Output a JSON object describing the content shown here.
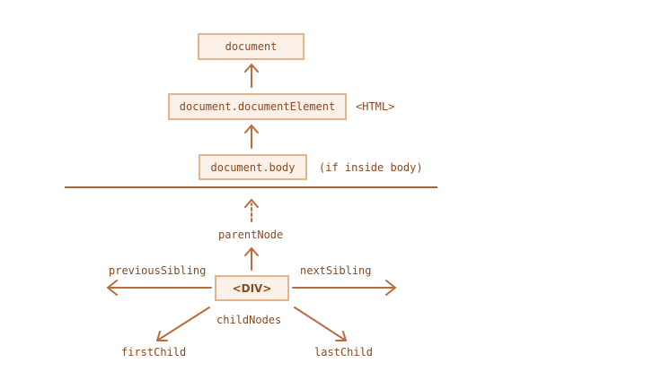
{
  "colors": {
    "arrow": "#bf6a3b",
    "box_border": "#e3b58f",
    "box_fill": "#fcf1e8",
    "text": "#8a4a20"
  },
  "nodes": {
    "document": "document",
    "document_element": "document.documentElement",
    "document_body": "document.body",
    "div": "<DIV>"
  },
  "notes": {
    "html": "<HTML>",
    "inside_body": "(if inside body)"
  },
  "relations": {
    "parent_node": "parentNode",
    "previous_sibling": "previousSibling",
    "next_sibling": "nextSibling",
    "child_nodes": "childNodes",
    "first_child": "firstChild",
    "last_child": "lastChild"
  }
}
